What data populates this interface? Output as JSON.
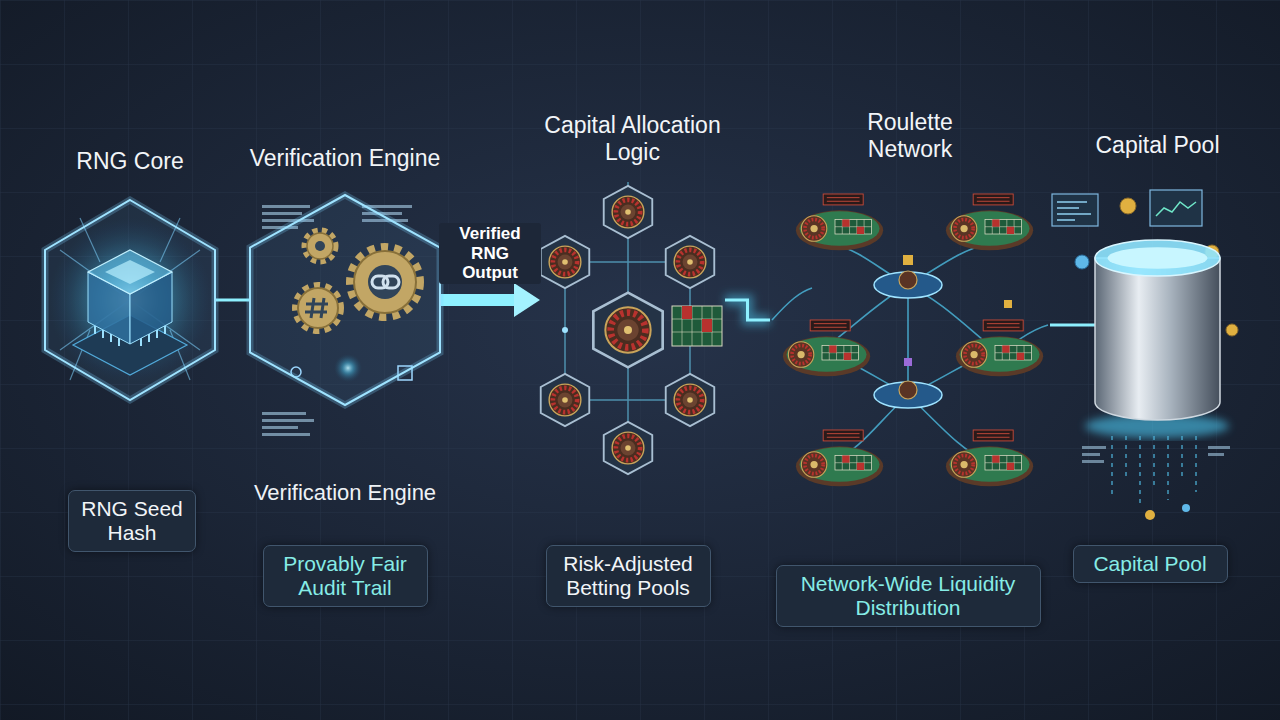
{
  "diagram": {
    "nodes": [
      {
        "text": [
          "RNG Core"
        ]
      },
      {
        "text": [
          "Verification Engine"
        ]
      },
      {
        "text": [
          "Capital Allocation Logic"
        ]
      },
      {
        "text": [
          "Roulette Network"
        ]
      },
      {
        "text": [
          "Capital Pool"
        ]
      },
      {
        "text": [
          "RNG Seed Hash"
        ]
      },
      {
        "text": [
          "Provably Fair Audit Trail"
        ]
      },
      {
        "text": [
          "Risk-Adjusted Betting Pools"
        ]
      },
      {
        "text": [
          "Network-Wide Liquidity Distribution"
        ]
      },
      {
        "text": [
          "Capital Pool"
        ]
      }
    ],
    "edges": [
      {
        "from": 0,
        "to": 1,
        "arrow": "none"
      },
      {
        "from": 1,
        "to": 2,
        "label": "Verified RNG Output",
        "arrow": "to"
      },
      {
        "from": 2,
        "to": 3,
        "arrow": "none"
      },
      {
        "from": 3,
        "to": 4,
        "arrow": "none"
      }
    ],
    "labels": [
      "Verification Engine"
    ]
  }
}
